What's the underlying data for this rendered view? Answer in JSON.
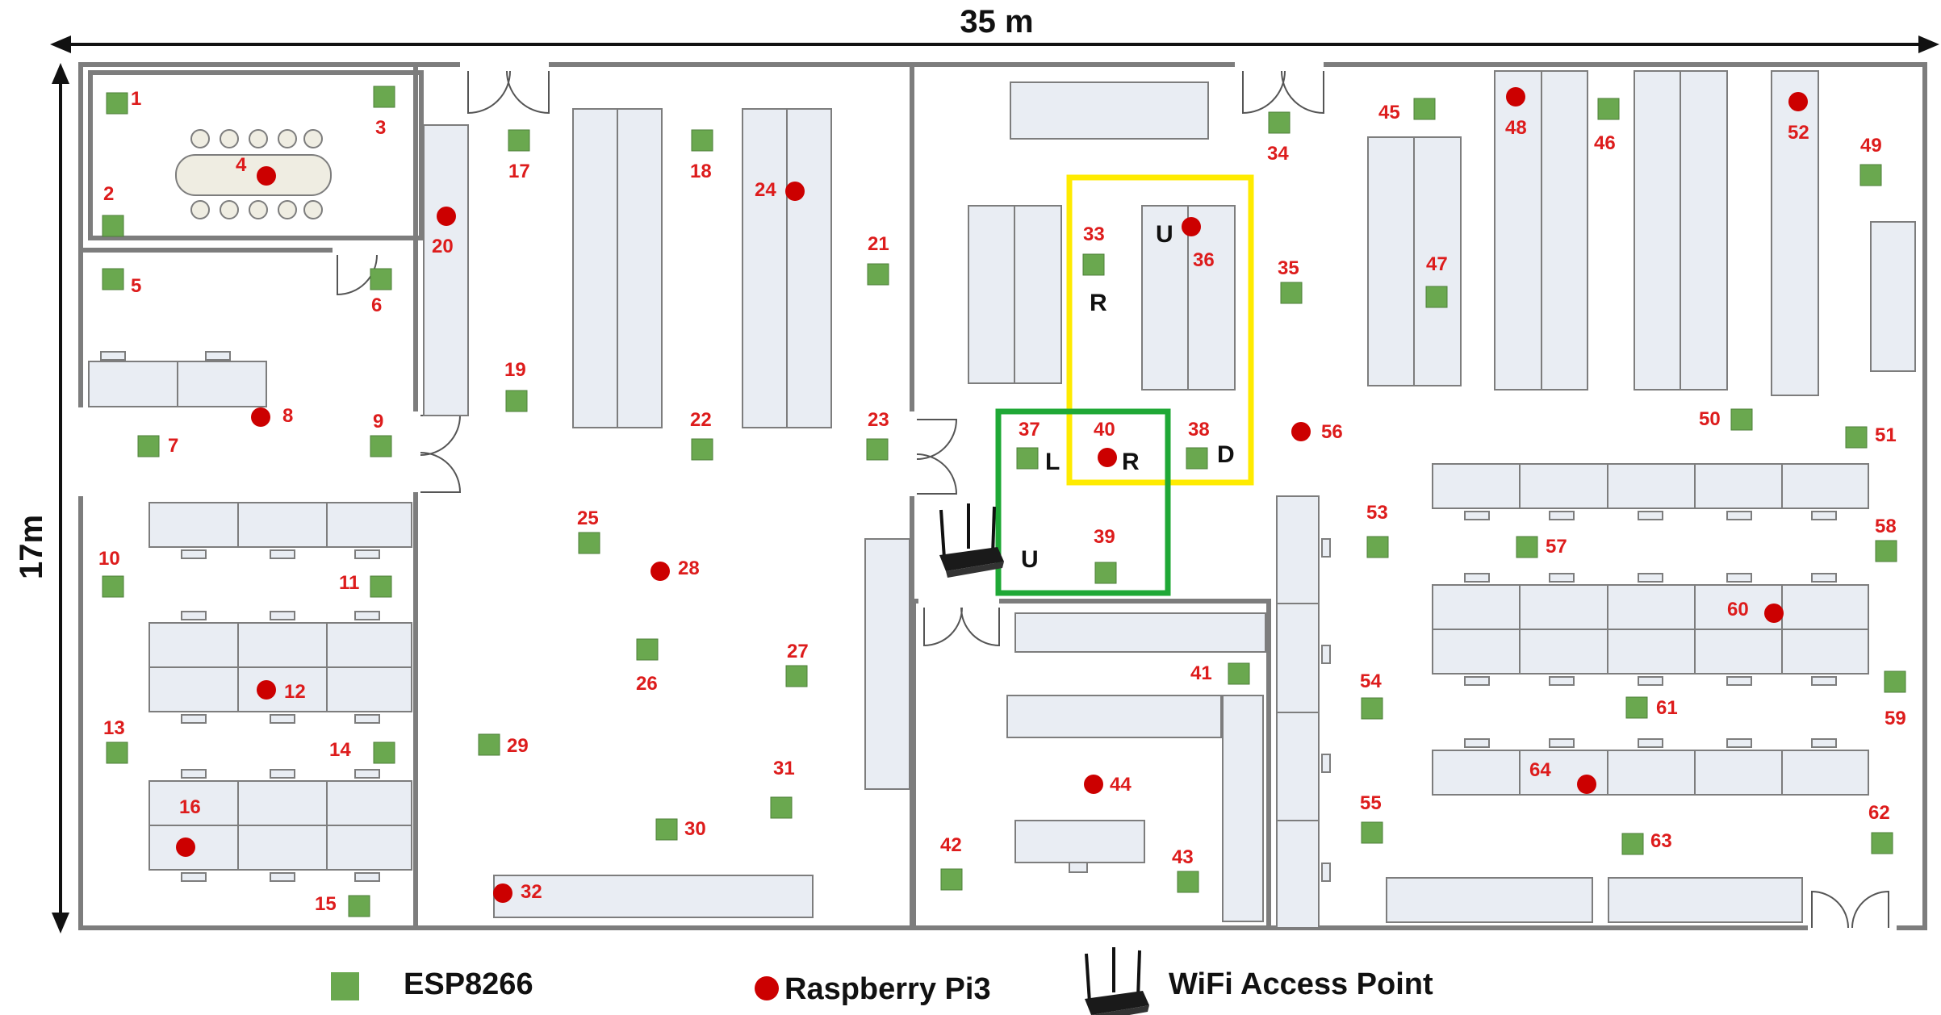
{
  "dimensions": {
    "width_label": "35 m",
    "height_label": "17m"
  },
  "legend": {
    "esp": "ESP8266",
    "pi": "Raspberry Pi3",
    "ap": "WiFi Access Point"
  },
  "zone_labels": {
    "yellow_R": "R",
    "yellow_U": "U",
    "yellow_D": "D",
    "green_L": "L",
    "green_R": "R",
    "green_U": "U"
  },
  "colors": {
    "esp": "#6aa84f",
    "pi": "#cc0000",
    "label": "#dd1c1c",
    "wall": "#7d7d7d",
    "furniture": "#e9edf3",
    "yellow": "#ffeb00",
    "green": "#1fa836"
  },
  "nodes": [
    {
      "id": "1",
      "type": "esp"
    },
    {
      "id": "2",
      "type": "esp"
    },
    {
      "id": "3",
      "type": "esp"
    },
    {
      "id": "4",
      "type": "pi"
    },
    {
      "id": "5",
      "type": "esp"
    },
    {
      "id": "6",
      "type": "esp"
    },
    {
      "id": "7",
      "type": "esp"
    },
    {
      "id": "8",
      "type": "pi"
    },
    {
      "id": "9",
      "type": "esp"
    },
    {
      "id": "10",
      "type": "esp"
    },
    {
      "id": "11",
      "type": "esp"
    },
    {
      "id": "12",
      "type": "pi"
    },
    {
      "id": "13",
      "type": "esp"
    },
    {
      "id": "14",
      "type": "esp"
    },
    {
      "id": "15",
      "type": "esp"
    },
    {
      "id": "16",
      "type": "pi"
    },
    {
      "id": "17",
      "type": "esp"
    },
    {
      "id": "18",
      "type": "esp"
    },
    {
      "id": "19",
      "type": "esp"
    },
    {
      "id": "20",
      "type": "pi"
    },
    {
      "id": "21",
      "type": "esp"
    },
    {
      "id": "22",
      "type": "esp"
    },
    {
      "id": "23",
      "type": "esp"
    },
    {
      "id": "24",
      "type": "pi"
    },
    {
      "id": "25",
      "type": "esp"
    },
    {
      "id": "26",
      "type": "esp"
    },
    {
      "id": "27",
      "type": "esp"
    },
    {
      "id": "28",
      "type": "pi"
    },
    {
      "id": "29",
      "type": "esp"
    },
    {
      "id": "30",
      "type": "esp"
    },
    {
      "id": "31",
      "type": "esp"
    },
    {
      "id": "32",
      "type": "pi"
    },
    {
      "id": "33",
      "type": "esp"
    },
    {
      "id": "34",
      "type": "esp"
    },
    {
      "id": "35",
      "type": "esp"
    },
    {
      "id": "36",
      "type": "pi"
    },
    {
      "id": "37",
      "type": "esp"
    },
    {
      "id": "38",
      "type": "esp"
    },
    {
      "id": "39",
      "type": "esp"
    },
    {
      "id": "40",
      "type": "pi"
    },
    {
      "id": "41",
      "type": "esp"
    },
    {
      "id": "42",
      "type": "esp"
    },
    {
      "id": "43",
      "type": "esp"
    },
    {
      "id": "44",
      "type": "pi"
    },
    {
      "id": "45",
      "type": "esp"
    },
    {
      "id": "46",
      "type": "esp"
    },
    {
      "id": "47",
      "type": "esp"
    },
    {
      "id": "48",
      "type": "pi"
    },
    {
      "id": "49",
      "type": "esp"
    },
    {
      "id": "50",
      "type": "esp"
    },
    {
      "id": "51",
      "type": "esp"
    },
    {
      "id": "52",
      "type": "pi"
    },
    {
      "id": "53",
      "type": "esp"
    },
    {
      "id": "54",
      "type": "esp"
    },
    {
      "id": "55",
      "type": "esp"
    },
    {
      "id": "56",
      "type": "pi"
    },
    {
      "id": "57",
      "type": "esp"
    },
    {
      "id": "58",
      "type": "esp"
    },
    {
      "id": "59",
      "type": "esp"
    },
    {
      "id": "60",
      "type": "pi"
    },
    {
      "id": "61",
      "type": "esp"
    },
    {
      "id": "62",
      "type": "esp"
    },
    {
      "id": "63",
      "type": "esp"
    },
    {
      "id": "64",
      "type": "pi"
    }
  ]
}
